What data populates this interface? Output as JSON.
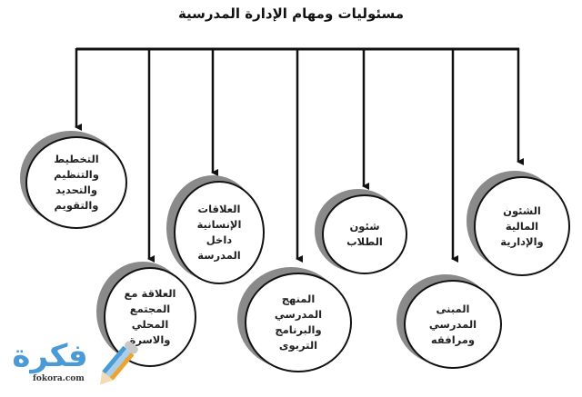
{
  "title": "مسئوليات ومهام الإدارة المدرسية",
  "colors": {
    "line": "#111111",
    "shadow": "#8a8a8a",
    "text": "#222222",
    "logo_blue": "#4a9ad6",
    "logo_orange": "#e8a534",
    "logo_gray": "#c8c8c8"
  },
  "nodes": [
    {
      "id": "planning",
      "label": "التخطيط\nوالتنظيم\nوالتحديد\nوالتقويم"
    },
    {
      "id": "human-relations",
      "label": "العلاقات\nالإنسانية\nداخل\nالمدرسة"
    },
    {
      "id": "community-relations",
      "label": "العلاقة مع\nالمجتمع\nالمحلي\nوالاسرة"
    },
    {
      "id": "curriculum",
      "label": "المنهج\nالمدرسي\nوالبرنامج\nالتربوى"
    },
    {
      "id": "student-affairs",
      "label": "شئون\nالطلاب"
    },
    {
      "id": "building",
      "label": "المبنى\nالمدرسي\nومرافقه"
    },
    {
      "id": "finance-admin",
      "label": "الشئون\nالمالية\nوالإدارية"
    }
  ],
  "logo": {
    "text": "فكرة",
    "subtext": "fokora.com"
  }
}
